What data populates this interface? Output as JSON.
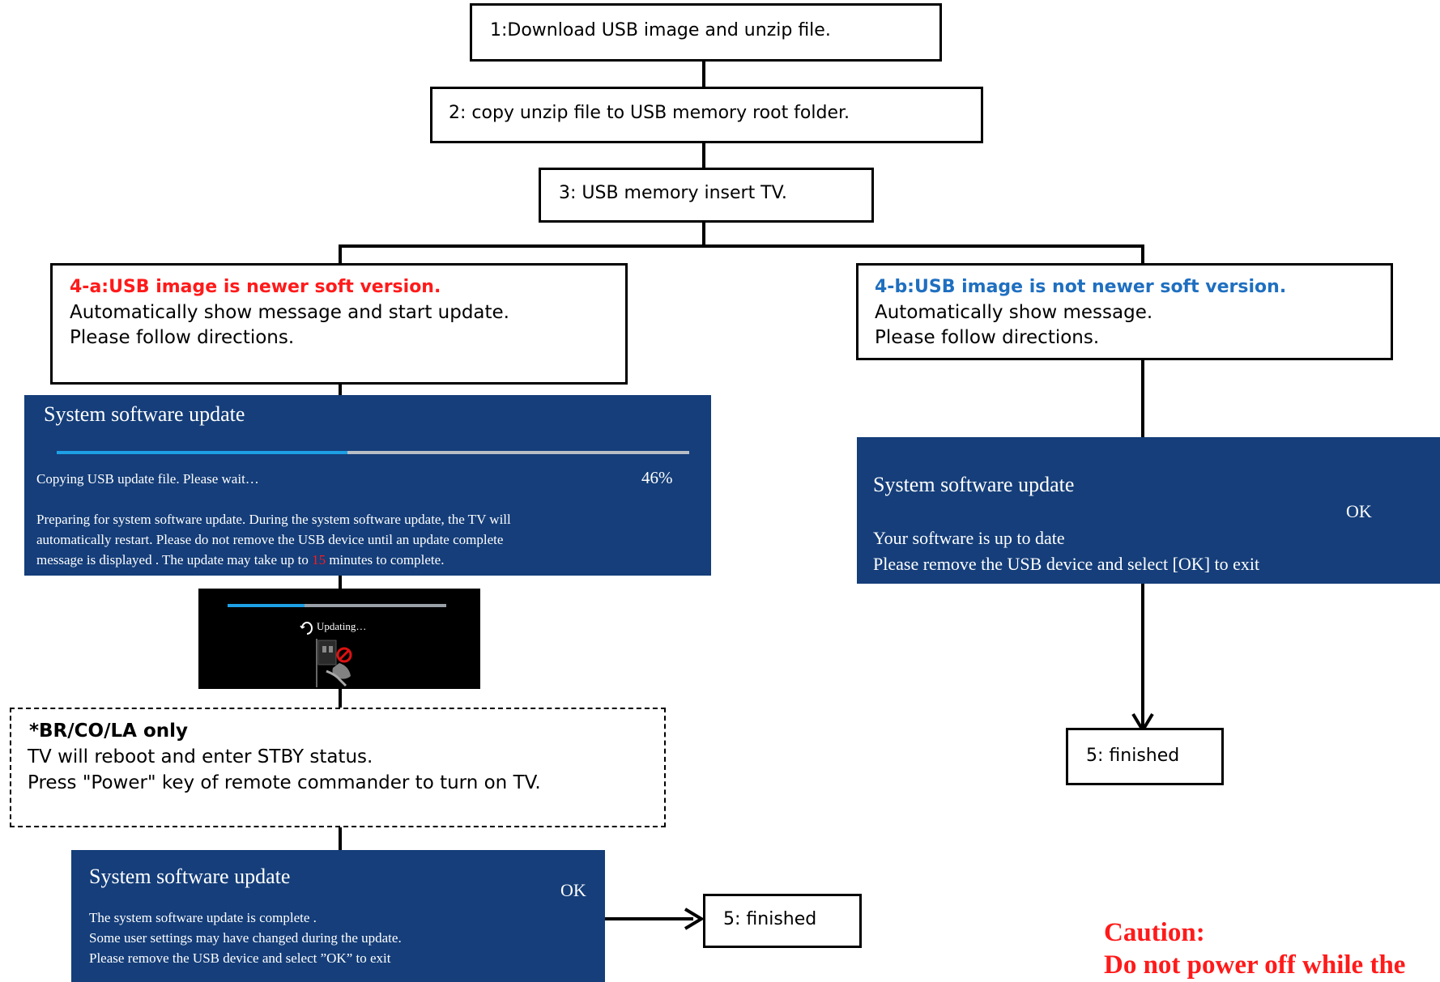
{
  "steps": {
    "step1": "1:Download USB image and unzip file.",
    "step2": "2: copy unzip file to USB memory root folder.",
    "step3": "3: USB memory insert TV.",
    "step4a": {
      "title": "4-a:USB image is newer soft version.",
      "line1": "Automatically show message and start update.",
      "line2": "Please follow directions."
    },
    "step4b": {
      "title": "4-b:USB image is not newer soft version.",
      "line1": "Automatically show message.",
      "line2": "Please follow directions."
    },
    "finished_a": "5: finished",
    "finished_b": "5: finished"
  },
  "panel_copying": {
    "title": "System software update",
    "status": "Copying USB update file. Please wait…",
    "percent": "46%",
    "progress": 0.46,
    "msg1": "Preparing for system software update. During the system software update, the TV will",
    "msg2": "automatically restart. Please do not remove the USB device until an update complete",
    "msg3a": "message is displayed . The update may take up to ",
    "msg3_num": "15",
    "msg3b": " minutes to complete."
  },
  "panel_updating": {
    "label": "Updating…",
    "progress": 0.35
  },
  "note": {
    "title": "*BR/CO/LA only",
    "line1": "TV will reboot and enter STBY status.",
    "line2": "Press \"Power\" key of remote commander to turn on TV."
  },
  "panel_complete": {
    "title": "System software update",
    "ok": "OK",
    "line1": "The system software update is complete .",
    "line2": "Some user settings may have changed during the update.",
    "line3": "Please remove the USB device and select ”OK” to exit"
  },
  "panel_uptodate": {
    "title": "System software update",
    "ok": "OK",
    "line1": "Your software is up to date",
    "line2": "Please remove the USB device and select [OK] to exit"
  },
  "caution": {
    "title": "Caution:",
    "line1": "Do not power off while the"
  },
  "colors": {
    "panel_bg": "#153e7a",
    "red": "#ff1a1a",
    "blue": "#1f6fc0",
    "progress_fill": "#1ea0e6"
  }
}
